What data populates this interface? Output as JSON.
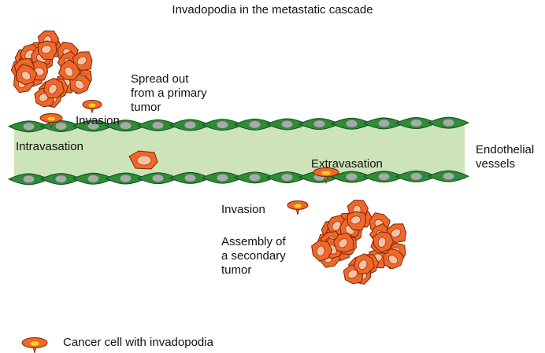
{
  "title": "Invadopodia in the metastatic cascade",
  "labels": {
    "spread_out": "Spread out\nfrom a primary\ntumor",
    "invasion_top": "Invasion",
    "intravasation": "Intravasation",
    "extravasation": "Extravasation",
    "endothelial": "Endothelial\nvessels",
    "invasion_bottom": "Invasion",
    "assembly": "Assembly of\na secondary\ntumor"
  },
  "legend": {
    "label": "Cancer cell with invadopodia"
  },
  "colors": {
    "cell_fill": "#f0672a",
    "cell_stroke": "#7a2608",
    "nucleus": "#f7c1a2",
    "invadopodia": "#f5d21b",
    "endothelial_cell": "#2f8a3a",
    "endothelial_stroke": "#114e1b",
    "endothelial_nucleus": "#a9a9a9",
    "vessel_lumen": "#cde3b8"
  }
}
